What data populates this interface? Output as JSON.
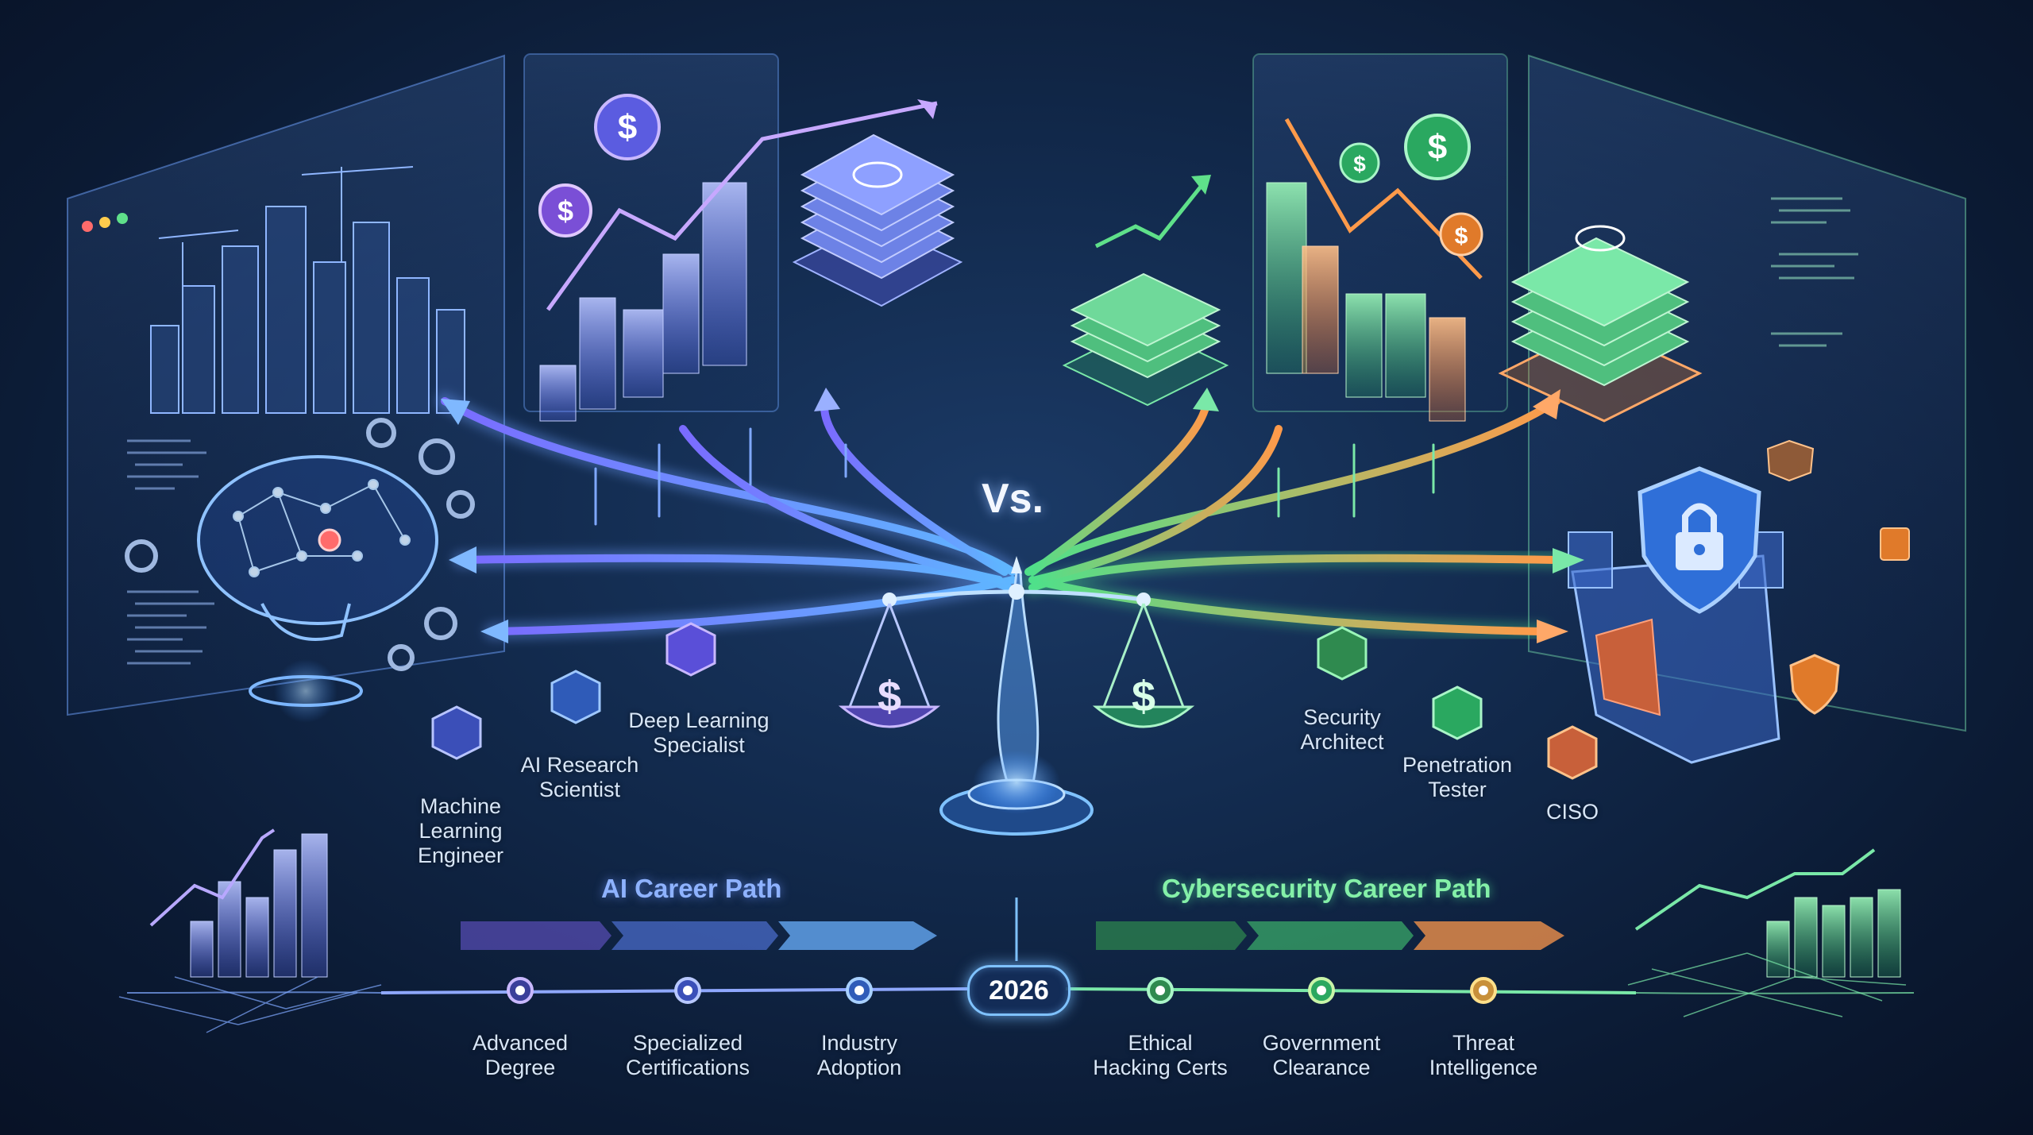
{
  "center_label": "Vs.",
  "year": "2026",
  "ai_path": {
    "title": "AI Career Path",
    "roles": [
      {
        "lines": [
          "Machine",
          "Learning",
          "Engineer"
        ]
      },
      {
        "lines": [
          "AI Research",
          "Scientist"
        ]
      },
      {
        "lines": [
          "Deep Learning",
          "Specialist"
        ]
      }
    ],
    "milestones": [
      {
        "lines": [
          "Advanced",
          "Degree"
        ]
      },
      {
        "lines": [
          "Specialized",
          "Certifications"
        ]
      },
      {
        "lines": [
          "Industry",
          "Adoption"
        ]
      }
    ]
  },
  "cyber_path": {
    "title": "Cybersecurity Career Path",
    "roles": [
      {
        "lines": [
          "Security",
          "Architect"
        ]
      },
      {
        "lines": [
          "Penetration",
          "Tester"
        ]
      },
      {
        "lines": [
          "CISO"
        ]
      }
    ],
    "milestones": [
      {
        "lines": [
          "Ethical",
          "Hacking Certs"
        ]
      },
      {
        "lines": [
          "Government",
          "Clearance"
        ]
      },
      {
        "lines": [
          "Threat",
          "Intelligence"
        ]
      }
    ]
  },
  "colors": {
    "ai_accent": "#8a7dff",
    "ai_blue": "#5fa8ff",
    "cyber_accent": "#4fe08a",
    "cyber_orange": "#ff9a4a",
    "background": "#0f2444"
  },
  "icons": [
    "brain-icon",
    "gear-icon",
    "city-skyline-icon",
    "dollar-coin-icon",
    "money-stack-icon",
    "balance-scale-icon",
    "shield-lock-icon",
    "castle-icon",
    "padlock-icon",
    "hexagon-icon",
    "growth-arrow-icon"
  ]
}
